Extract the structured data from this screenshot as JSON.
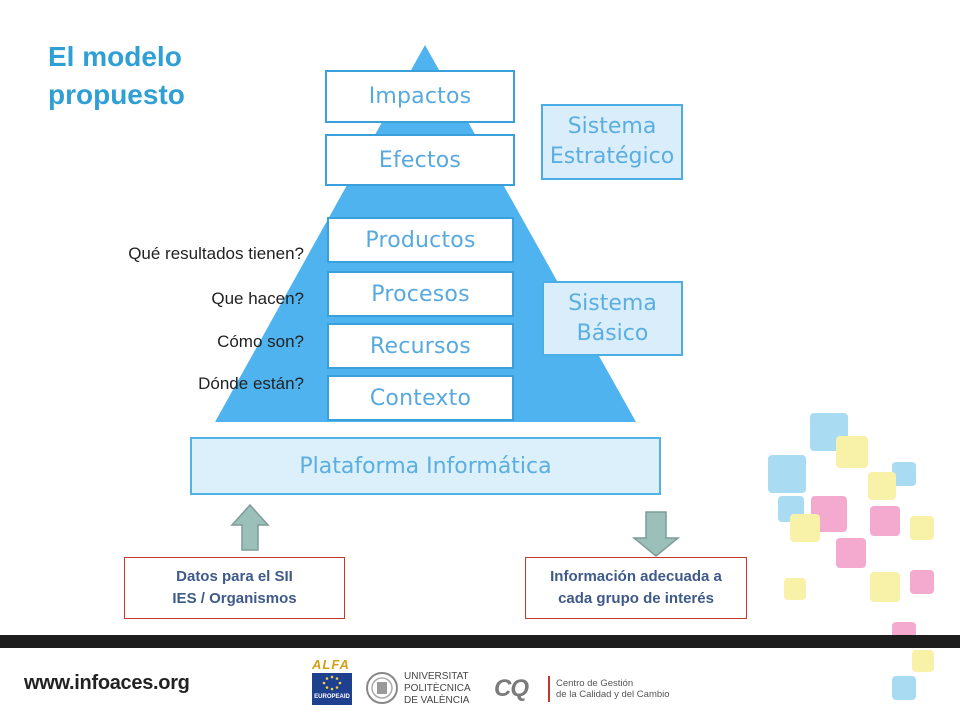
{
  "title": {
    "line1": "El modelo",
    "line2": "propuesto"
  },
  "pyramid": {
    "top_levels": [
      "Impactos",
      "Efectos"
    ],
    "base_levels": [
      "Productos",
      "Procesos",
      "Recursos",
      "Contexto"
    ]
  },
  "side_boxes": {
    "estrategico": {
      "line1": "Sistema",
      "line2": "Estratégico"
    },
    "basico": {
      "line1": "Sistema",
      "line2": "Básico"
    }
  },
  "platform_label": "Plataforma Informática",
  "questions": [
    "Qué resultados tienen?",
    "Que hacen?",
    "Cómo son?",
    "Dónde están?"
  ],
  "input_box": {
    "line1": "Datos para el SII",
    "line2": "IES /  Organismos"
  },
  "output_box": {
    "line1": "Información adecuada a",
    "line2": "cada grupo de interés"
  },
  "footer": {
    "url": "www.infoaces.org",
    "alfa_label": "ALFA",
    "europeaid_label": "EUROPEAID",
    "upv_lines": [
      "UNIVERSITAT",
      "POLITÈCNICA",
      "DE VALÈNCIA"
    ],
    "cq_label": "CQ",
    "cq_lines": [
      "Centro de Gestión",
      "de la Calidad y del Cambio"
    ]
  },
  "colors": {
    "pyramid": "#4fb3ef",
    "title": "#2f9fd6",
    "box_text": "#57a9df",
    "info_border": "#c0392b",
    "info_text": "#3f5a8a",
    "arrow": "#94b8b2"
  }
}
